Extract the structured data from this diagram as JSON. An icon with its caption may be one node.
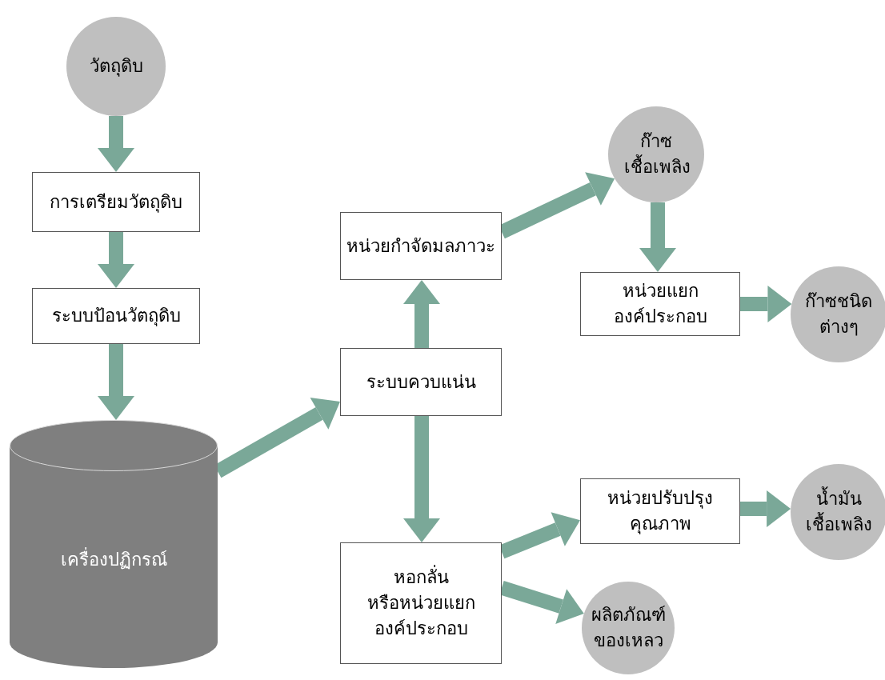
{
  "diagram": {
    "nodes": [
      {
        "text": [
          "วัตถุดิบ"
        ]
      },
      {
        "text": [
          "การเตรียมวัตถุดิบ"
        ]
      },
      {
        "text": [
          "ระบบป้อนวัตถุดิบ"
        ]
      },
      {
        "text": [
          "เครื่องปฏิกรณ์"
        ]
      },
      {
        "text": [
          "หน่วยกำจัดมลภาวะ"
        ]
      },
      {
        "text": [
          "ระบบควบแน่น"
        ]
      },
      {
        "text": [
          "หอกลั่น หรือหน่วยแยก องค์ประกอบ"
        ]
      },
      {
        "text": [
          "ก๊าซ เชื้อเพลิง"
        ]
      },
      {
        "text": [
          "หน่วยแยก องค์ประกอบ"
        ]
      },
      {
        "text": [
          "ก๊าซชนิด ต่างๆ"
        ]
      },
      {
        "text": [
          "หน่วยปรับปรุง คุณภาพ"
        ]
      },
      {
        "text": [
          "น้ำมัน เชื้อเพลิง"
        ]
      },
      {
        "text": [
          "ผลิตภัณฑ์ ของเหลว"
        ]
      }
    ],
    "edges": [
      {
        "from": 0,
        "to": 1,
        "arrow": "to"
      },
      {
        "from": 1,
        "to": 2,
        "arrow": "to"
      },
      {
        "from": 2,
        "to": 3,
        "arrow": "to"
      },
      {
        "from": 3,
        "to": 5,
        "arrow": "to"
      },
      {
        "from": 5,
        "to": 4,
        "arrow": "to"
      },
      {
        "from": 4,
        "to": 7,
        "arrow": "to"
      },
      {
        "from": 7,
        "to": 8,
        "arrow": "to"
      },
      {
        "from": 8,
        "to": 9,
        "arrow": "to"
      },
      {
        "from": 5,
        "to": 6,
        "arrow": "to"
      },
      {
        "from": 6,
        "to": 10,
        "arrow": "to"
      },
      {
        "from": 6,
        "to": 12,
        "arrow": "to"
      },
      {
        "from": 10,
        "to": 11,
        "arrow": "to"
      }
    ]
  }
}
